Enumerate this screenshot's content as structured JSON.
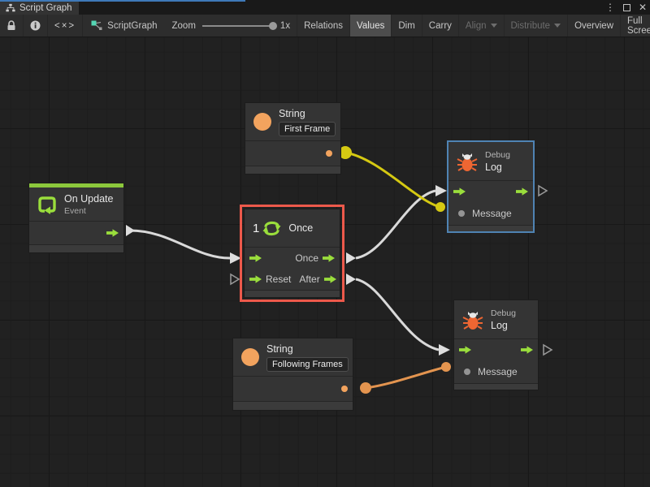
{
  "window": {
    "tab_label": "Script Graph",
    "controls": {
      "menu": "⋮",
      "close": "✕"
    }
  },
  "toolbar": {
    "code_button": "<×>",
    "graph_name": "ScriptGraph",
    "zoom_label": "Zoom",
    "zoom_value": "1x",
    "buttons": [
      {
        "label": "Relations",
        "active": false,
        "disabled": false,
        "dropdown": false
      },
      {
        "label": "Values",
        "active": true,
        "disabled": false,
        "dropdown": false
      },
      {
        "label": "Dim",
        "active": false,
        "disabled": false,
        "dropdown": false
      },
      {
        "label": "Carry",
        "active": false,
        "disabled": false,
        "dropdown": false
      },
      {
        "label": "Align",
        "active": false,
        "disabled": true,
        "dropdown": true
      },
      {
        "label": "Distribute",
        "active": false,
        "disabled": true,
        "dropdown": true
      },
      {
        "label": "Overview",
        "active": false,
        "disabled": false,
        "dropdown": false
      },
      {
        "label": "Full Screen",
        "active": false,
        "disabled": false,
        "dropdown": false
      }
    ]
  },
  "nodes": {
    "string_first": {
      "title": "String",
      "value": "First Frame"
    },
    "on_update": {
      "title": "On Update",
      "subtitle": "Event"
    },
    "once": {
      "count": "1",
      "title": "Once",
      "out1": "Once",
      "in2": "Reset",
      "out2": "After"
    },
    "log_top": {
      "kind": "Debug",
      "title": "Log",
      "input": "Message"
    },
    "log_bottom": {
      "kind": "Debug",
      "title": "Log",
      "input": "Message"
    },
    "string_following": {
      "title": "String",
      "value": "Following Frames"
    }
  },
  "colors": {
    "accent_green": "#9ade3c",
    "event_green": "#8cc83c",
    "string_orange": "#f2a35e",
    "wire_yellow": "#d5c912",
    "wire_orange": "#e3944f",
    "selection_red": "#ed594b",
    "selection_blue": "#4f83b3",
    "bug_orange": "#ee6632"
  }
}
